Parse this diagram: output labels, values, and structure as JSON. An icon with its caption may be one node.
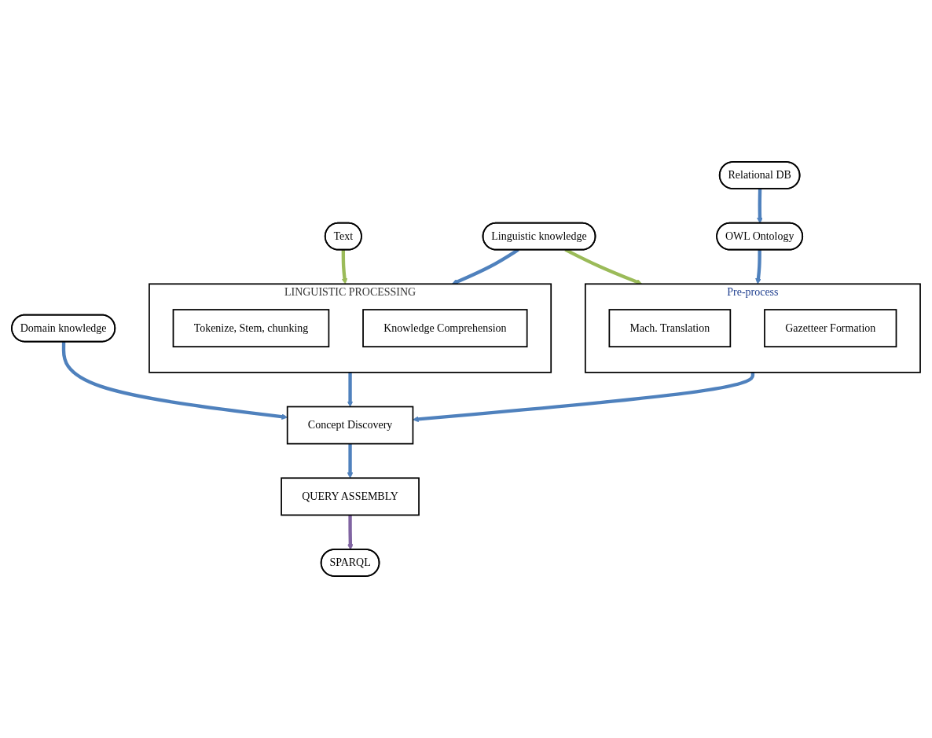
{
  "diagram": {
    "nodes": [
      {
        "text": [
          "Text"
        ]
      },
      {
        "text": [
          "LINGUISTIC PROCESSING"
        ]
      },
      {
        "text": [
          "Tokenize, Stem, chunking"
        ],
        "in": 1
      },
      {
        "text": [
          "Knowledge Comprehension"
        ],
        "in": 1
      },
      {
        "text": [
          "Linguistic knowledge"
        ]
      },
      {
        "text": [
          "Pre-process"
        ]
      },
      {
        "text": [
          "Mach. Translation"
        ],
        "in": 5
      },
      {
        "text": [
          "Gazetteer Formation"
        ],
        "in": 5
      },
      {
        "text": [
          "Concept Discovery"
        ]
      },
      {
        "text": [
          "QUERY ASSEMBLY"
        ]
      },
      {
        "text": [
          "Domain knowledge"
        ]
      },
      {
        "text": [
          "SPARQL"
        ]
      },
      {
        "text": [
          "OWL Ontology"
        ]
      },
      {
        "text": [
          "Relational DB"
        ]
      }
    ],
    "edges": [
      {
        "from": 0,
        "to": 1,
        "arrow": "to",
        "color": "#9bbb59"
      },
      {
        "from": 4,
        "to": 1,
        "arrow": "to"
      },
      {
        "from": 4,
        "to": 5,
        "arrow": "to",
        "color": "#9bbb59"
      },
      {
        "from": 1,
        "to": 8,
        "arrow": "to"
      },
      {
        "from": 5,
        "to": 8,
        "arrow": "to"
      },
      {
        "from": 8,
        "to": 9,
        "arrow": "to"
      },
      {
        "from": 10,
        "to": 8,
        "arrow": "to"
      },
      {
        "from": 9,
        "to": 11,
        "arrow": "to",
        "color": "#8064a2"
      },
      {
        "from": 12,
        "to": 5,
        "arrow": "to"
      },
      {
        "from": 13,
        "to": 12,
        "arrow": "to"
      }
    ]
  }
}
